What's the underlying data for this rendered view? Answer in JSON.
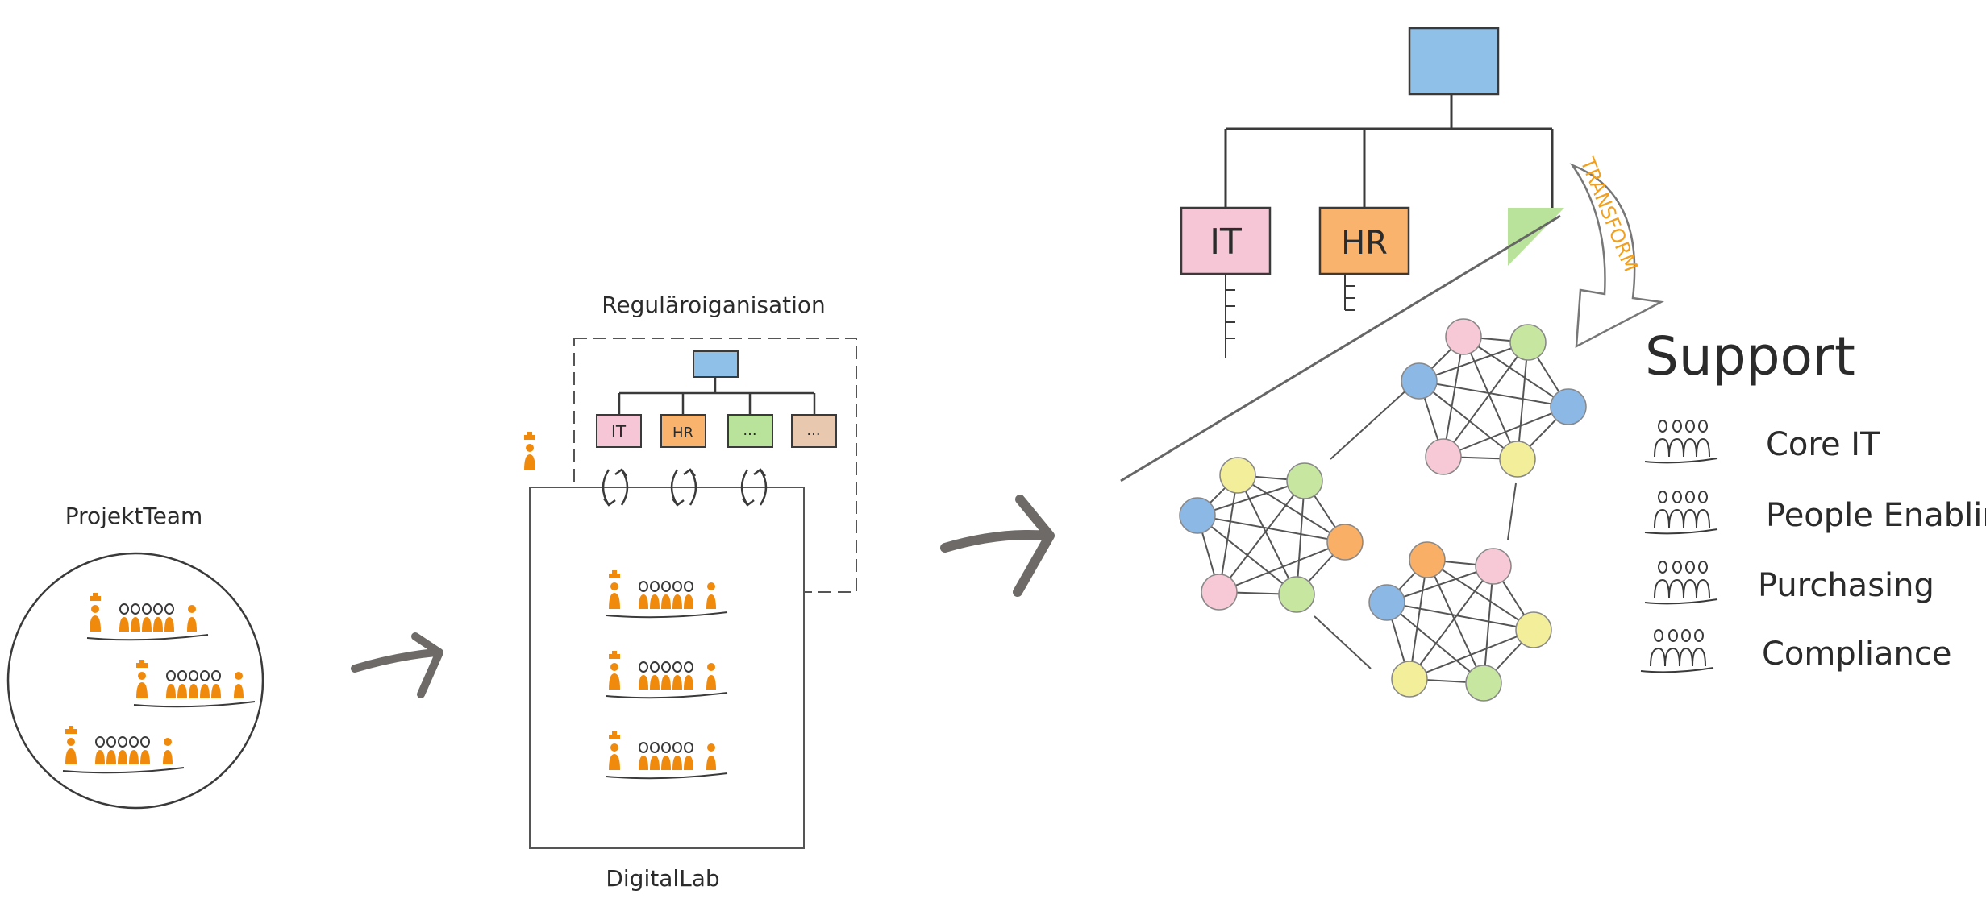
{
  "colors": {
    "ink": "#3a3a3a",
    "orange": "#f08a0c",
    "blue": "#8fc0e8",
    "pink": "#f6c6d6",
    "amber": "#f9b36c",
    "green": "#b9e39a",
    "tan": "#e8c9b0",
    "yellow": "#f1ee99",
    "transform": "#f0a020"
  },
  "projektteam": {
    "label": "ProjektTeam",
    "teams": 3
  },
  "digitallab": {
    "regular_label": "Reguläroiganisation",
    "units": [
      "IT",
      "HR",
      "...",
      "..."
    ],
    "lab_label": "DigitalLab",
    "teams": 3
  },
  "org": {
    "units": [
      "IT",
      "HR",
      ""
    ],
    "transform_label": "TRANSFORM"
  },
  "support": {
    "title": "Support",
    "items": [
      "Core IT",
      "People Enabling",
      "Purchasing",
      "Compliance"
    ]
  },
  "icons": [
    "arrow-right-icon",
    "cycle-arrows-icon",
    "person-icon",
    "team-icon"
  ]
}
